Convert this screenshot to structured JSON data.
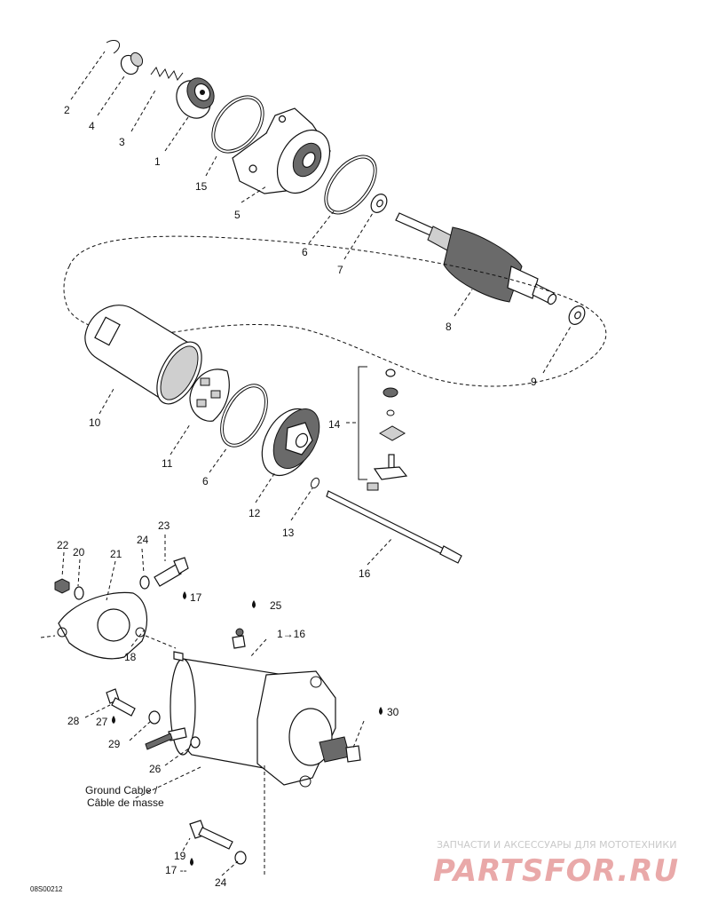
{
  "callouts": [
    {
      "id": "c2",
      "text": "2"
    },
    {
      "id": "c4",
      "text": "4"
    },
    {
      "id": "c3",
      "text": "3"
    },
    {
      "id": "c1",
      "text": "1"
    },
    {
      "id": "c15",
      "text": "15"
    },
    {
      "id": "c5",
      "text": "5"
    },
    {
      "id": "c6a",
      "text": "6"
    },
    {
      "id": "c7",
      "text": "7"
    },
    {
      "id": "c8",
      "text": "8"
    },
    {
      "id": "c9",
      "text": "9"
    },
    {
      "id": "c10",
      "text": "10"
    },
    {
      "id": "c11",
      "text": "11"
    },
    {
      "id": "c6b",
      "text": "6"
    },
    {
      "id": "c12",
      "text": "12"
    },
    {
      "id": "c13",
      "text": "13"
    },
    {
      "id": "c14",
      "text": "14"
    },
    {
      "id": "c16",
      "text": "16"
    },
    {
      "id": "c22",
      "text": "22"
    },
    {
      "id": "c20",
      "text": "20"
    },
    {
      "id": "c21",
      "text": "21"
    },
    {
      "id": "c24a",
      "text": "24"
    },
    {
      "id": "c23",
      "text": "23"
    },
    {
      "id": "c17a",
      "text": "17"
    },
    {
      "id": "c25",
      "text": "25"
    },
    {
      "id": "c1to16",
      "text": "1→16"
    },
    {
      "id": "c18",
      "text": "18"
    },
    {
      "id": "c28",
      "text": "28"
    },
    {
      "id": "c27",
      "text": "27"
    },
    {
      "id": "c29",
      "text": "29"
    },
    {
      "id": "c30",
      "text": "30"
    },
    {
      "id": "c26",
      "text": "26"
    },
    {
      "id": "c19",
      "text": "19"
    },
    {
      "id": "c17b",
      "text": "17 --"
    },
    {
      "id": "c24b",
      "text": "24"
    }
  ],
  "ground_cable_caption": {
    "line1": "Ground Cable /",
    "line2": "Câble de masse"
  },
  "drawing_code": "08S00212",
  "watermark": {
    "top": "ЗАПЧАСТИ И АКСЕССУАРЫ ДЛЯ МОТОТЕХНИКИ",
    "brand": "PARTSFOR.RU"
  },
  "colors": {
    "line": "#111111",
    "watermark_text": "#c9c9c9",
    "watermark_brand": "#e9a9a9"
  }
}
